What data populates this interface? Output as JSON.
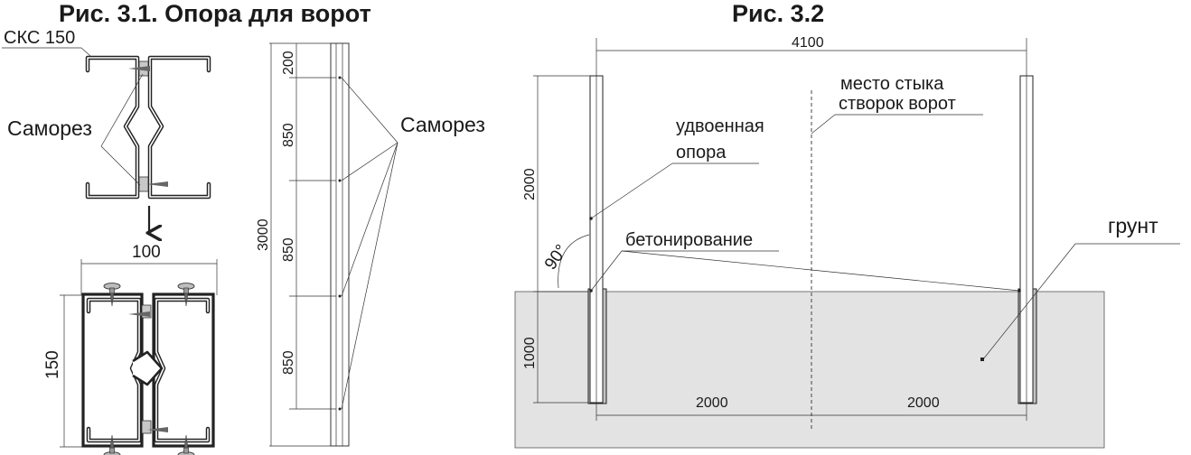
{
  "fig1": {
    "title": "Рис. 3.1. Опора для ворот",
    "profile_label": "СКС 150",
    "screw_label_left": "Саморез",
    "screw_label_right": "Саморез",
    "dim_width": "100",
    "dim_height": "150",
    "dim_total": "3000",
    "dim_top": "200",
    "dim_seg1": "850",
    "dim_seg2": "850",
    "dim_seg3": "850"
  },
  "fig2": {
    "title": "Рис. 3.2",
    "dim_span": "4100",
    "joint_label_1": "место стыка",
    "joint_label_2": "створок ворот",
    "post_label_1": "удвоенная",
    "post_label_2": "опора",
    "dim_post_height": "2000",
    "dim_depth": "1000",
    "angle_label": "90°",
    "concrete_label": "бетонирование",
    "ground_label": "грунт",
    "dim_half_left": "2000",
    "dim_half_right": "2000"
  },
  "colors": {
    "ground_fill": "#e3e3e3",
    "line": "#222222"
  }
}
